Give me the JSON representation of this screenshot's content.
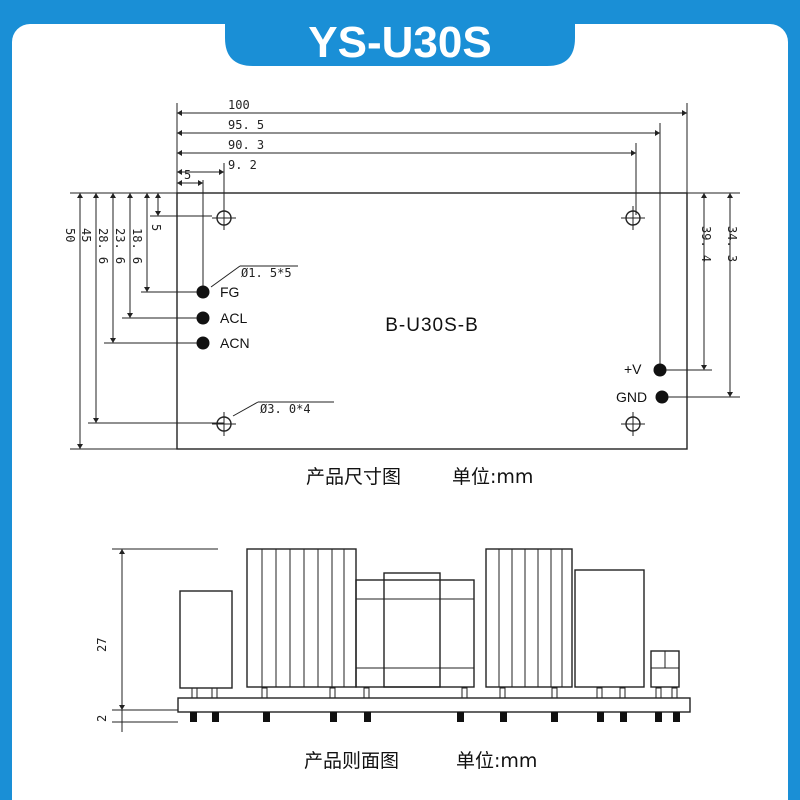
{
  "title": "YS-U30S",
  "colors": {
    "frame_blue": "#1a8fd6",
    "title_text": "#ffffff",
    "line": "#222222"
  },
  "top_view": {
    "horizontal_dims": [
      "100",
      "95. 5",
      "90. 3",
      "9. 2",
      "5"
    ],
    "vertical_dims_left": [
      "50",
      "45",
      "28. 6",
      "23. 6",
      "18. 6",
      "5"
    ],
    "vertical_dims_right": [
      "34. 3",
      "39. 4"
    ],
    "small_hole_note": "Ø1. 5*5",
    "mount_hole_note": "Ø3. 0*4",
    "model": "B-U30S-B",
    "pins": {
      "fg": "FG",
      "acl": "ACL",
      "acn": "ACN",
      "vplus": "+V",
      "gnd": "GND"
    },
    "caption": "产品尺寸图",
    "unit": "单位:mm"
  },
  "side_view": {
    "height_dim": "27",
    "base_dim": "2",
    "caption": "产品则面图",
    "unit": "单位:mm"
  }
}
